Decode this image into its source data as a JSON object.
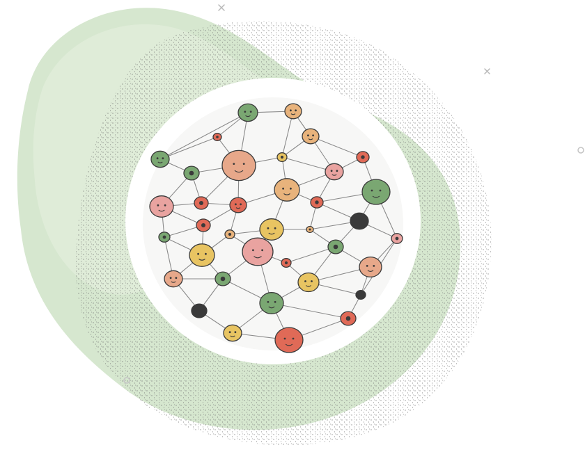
{
  "illustration": {
    "subject": "",
    "colors": {
      "background": "#ffffff",
      "green_blob": "#cfe3c7",
      "green_blob_light": "#dcebd6",
      "speckle": "#6d6d6d",
      "circle_outer": "#ffffff",
      "circle_inner": "#f7f7f6",
      "line": "#8a8a8a",
      "ink": "#3a3a3a",
      "skin": "#e7a88a",
      "pink": "#e9a3a0",
      "orange": "#e8b37c",
      "red": "#e06a57",
      "green": "#7aa772",
      "yellow": "#e8c462"
    },
    "icons": [
      {
        "name": "grasshopper-icon",
        "color": "green"
      },
      {
        "name": "bug-icon",
        "color": "orange"
      },
      {
        "name": "snail-icon",
        "color": "orange"
      },
      {
        "name": "frog-icon",
        "color": "green"
      },
      {
        "name": "small-flower-icon",
        "color": "red"
      },
      {
        "name": "grandpa-face-icon",
        "color": "skin"
      },
      {
        "name": "bee-icon",
        "color": "yellow"
      },
      {
        "name": "dragonfly-icon",
        "color": "red"
      },
      {
        "name": "butterfly-icon",
        "color": "pink"
      },
      {
        "name": "leaf-icon",
        "color": "green"
      },
      {
        "name": "turtle-icon",
        "color": "green"
      },
      {
        "name": "woman-face-icon",
        "color": "pink"
      },
      {
        "name": "worm-icon",
        "color": "red"
      },
      {
        "name": "apple-icon",
        "color": "red"
      },
      {
        "name": "bird-icon",
        "color": "orange"
      },
      {
        "name": "beetle-icon",
        "color": "red"
      },
      {
        "name": "flower-icon",
        "color": "red"
      },
      {
        "name": "seagull-icon",
        "color": "ink"
      },
      {
        "name": "daisy-icon",
        "color": "yellow"
      },
      {
        "name": "leaf-icon",
        "color": "green"
      },
      {
        "name": "ant-icon",
        "color": "orange"
      },
      {
        "name": "seed-icon",
        "color": "orange"
      },
      {
        "name": "face-icon",
        "color": "pink"
      },
      {
        "name": "lion-icon",
        "color": "yellow"
      },
      {
        "name": "elephant-icon",
        "color": "pink"
      },
      {
        "name": "hummingbird-icon",
        "color": "green"
      },
      {
        "name": "sparkle-flower-icon",
        "color": "red"
      },
      {
        "name": "grandma-face-icon",
        "color": "skin"
      },
      {
        "name": "boy-face-icon",
        "color": "skin"
      },
      {
        "name": "leaf-icon",
        "color": "green"
      },
      {
        "name": "curly-hair-face-icon",
        "color": "yellow"
      },
      {
        "name": "pine-tree-icon",
        "color": "green"
      },
      {
        "name": "mosquito-icon",
        "color": "ink"
      },
      {
        "name": "small-beetle-icon",
        "color": "red"
      },
      {
        "name": "cricket-icon",
        "color": "ink"
      },
      {
        "name": "snail-shell-icon",
        "color": "yellow"
      },
      {
        "name": "crab-icon",
        "color": "red"
      },
      {
        "name": "beetle-icon",
        "color": "red"
      }
    ]
  }
}
